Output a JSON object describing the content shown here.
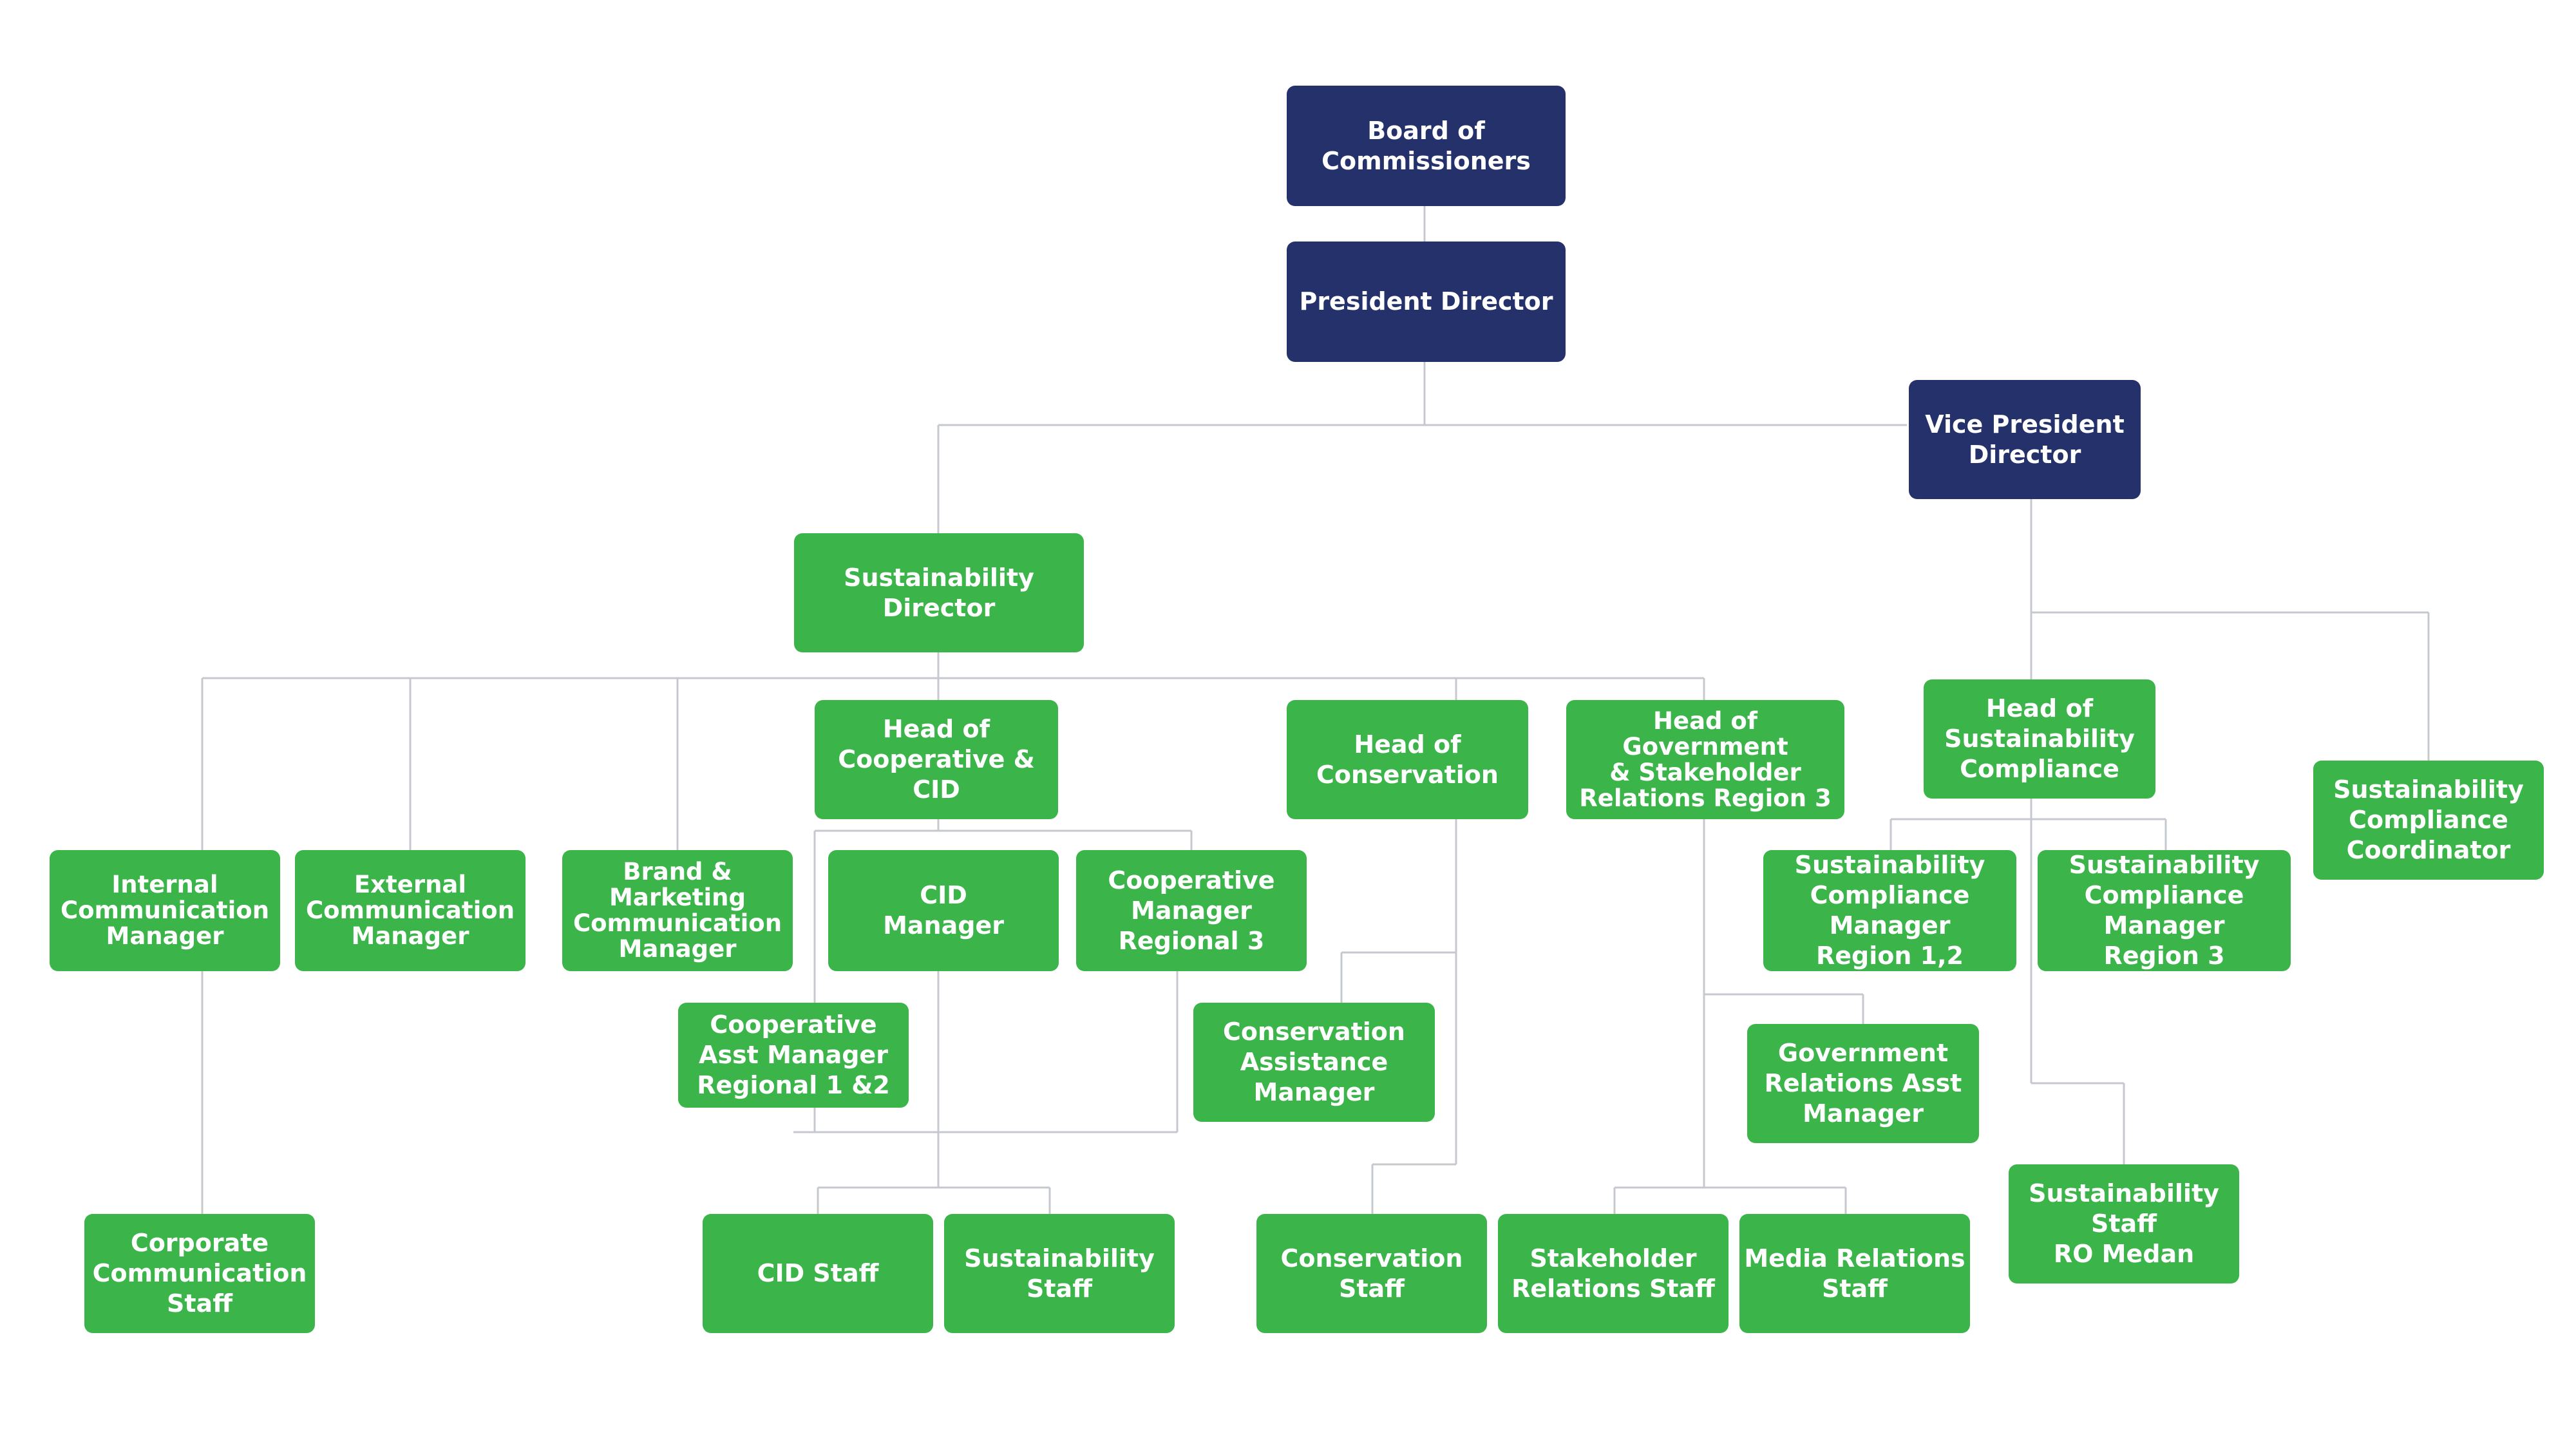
{
  "colors": {
    "executive": "#24316b",
    "unit": "#3bb44a",
    "connector": "#c6c8cf"
  },
  "nodes": {
    "board": "Board of\nCommissioners",
    "president": "President Director",
    "vice_president": "Vice President\nDirector",
    "sustainability_director": "Sustainability\nDirector",
    "head_coop_cid": "Head of\nCooperative & CID",
    "head_conservation": "Head of\nConservation",
    "head_gov_stakeholder": "Head of Government\n& Stakeholder\nRelations Region 3",
    "head_sust_compliance": "Head of\nSustainability\nCompliance",
    "sust_compliance_coordinator": "Sustainability\nCompliance\nCoordinator",
    "internal_comm_manager": "Internal\nCommunication\nManager",
    "external_comm_manager": "External\nCommunication\nManager",
    "brand_marketing_manager": "Brand & Marketing\nCommunication\nManager",
    "cid_manager": "CID\nManager",
    "coop_manager_regional3": "Cooperative\nManager\nRegional 3",
    "sust_compliance_manager_r12": "Sustainability\nCompliance Manager\nRegion 1,2",
    "sust_compliance_manager_r3": "Sustainability\nCompliance Manager\nRegion 3",
    "coop_asst_manager": "Cooperative\nAsst Manager\nRegional 1 &2",
    "conservation_asst_manager": "Conservation\nAssistance\nManager",
    "gov_relations_asst_manager": "Government\nRelations Asst\nManager",
    "corporate_comm_staff": "Corporate\nCommunication\nStaff",
    "cid_staff": "CID Staff",
    "sustainability_staff": "Sustainability\nStaff",
    "conservation_staff": "Conservation\nStaff",
    "stakeholder_relations_staff": "Stakeholder\nRelations Staff",
    "media_relations_staff": "Media Relations\nStaff",
    "sust_staff_ro_medan": "Sustainability Staff\nRO Medan"
  }
}
